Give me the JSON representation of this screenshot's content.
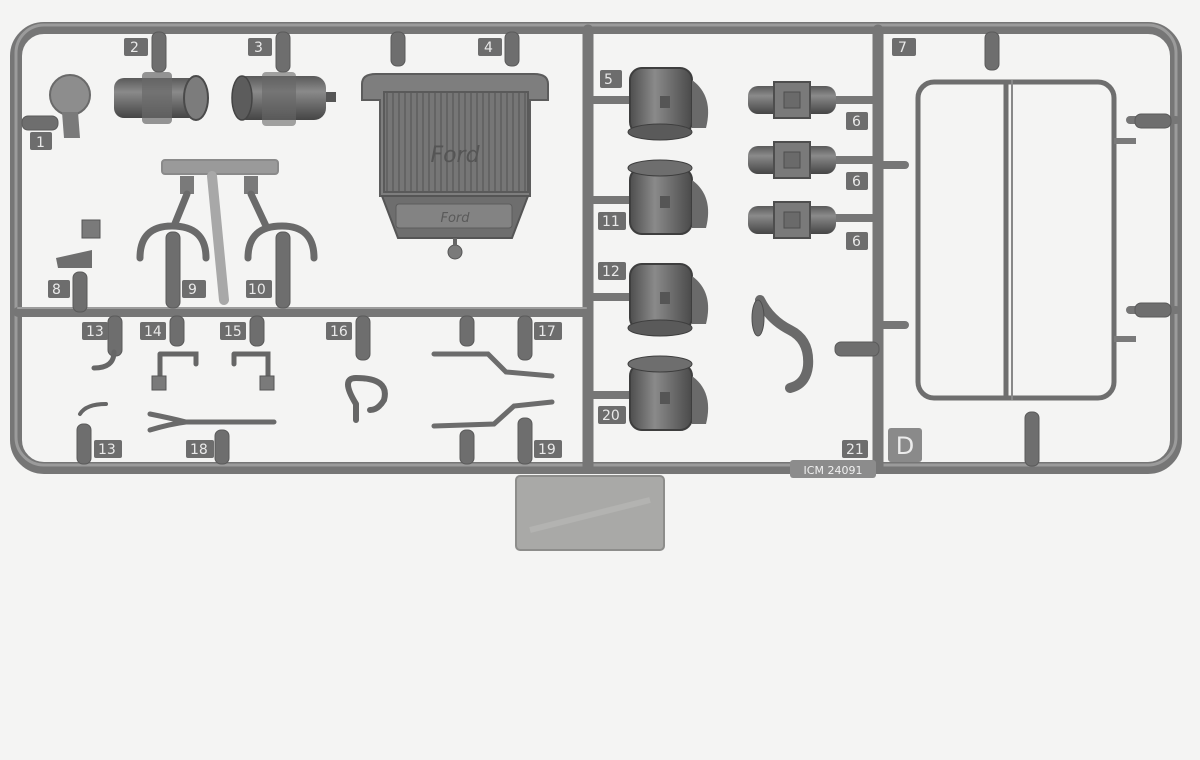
{
  "sprue": {
    "letter": "D",
    "code": "ICM 24091",
    "radiator_logo": "Ford",
    "part_numbers": {
      "p1": "1",
      "p2": "2",
      "p3": "3",
      "p4": "4",
      "p5": "5",
      "p6a": "6",
      "p6b": "6",
      "p6c": "6",
      "p7": "7",
      "p8": "8",
      "p9": "9",
      "p10": "10",
      "p11": "11",
      "p12": "12",
      "p13a": "13",
      "p13b": "13",
      "p14": "14",
      "p15": "15",
      "p16": "16",
      "p17": "17",
      "p18": "18",
      "p19": "19",
      "p20": "20",
      "p21": "21"
    }
  },
  "colors": {
    "background": "#f4f4f3",
    "plastic": "#7b7b7b",
    "plastic_dark": "#4f4f4f",
    "plastic_light": "#9c9c9c",
    "tab": "#a8a8a6"
  }
}
